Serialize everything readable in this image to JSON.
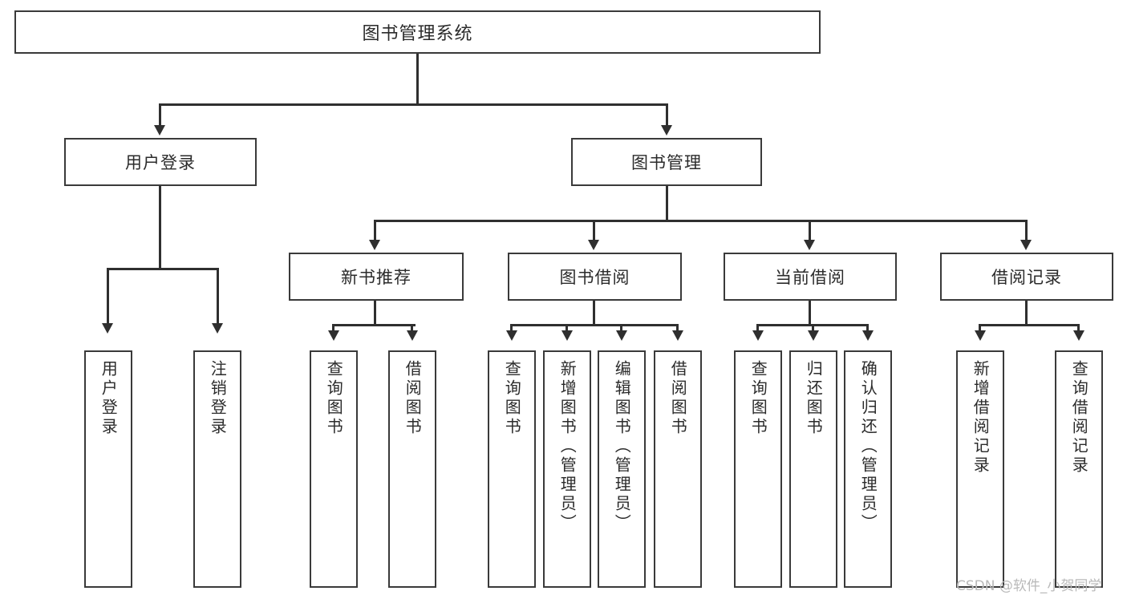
{
  "diagram": {
    "title": "图书管理系统",
    "type": "functional-structure-tree",
    "root": {
      "label": "图书管理系统"
    },
    "level1": [
      {
        "label": "用户登录"
      },
      {
        "label": "图书管理"
      }
    ],
    "level2": [
      {
        "label": "新书推荐"
      },
      {
        "label": "图书借阅"
      },
      {
        "label": "当前借阅"
      },
      {
        "label": "借阅记录"
      }
    ],
    "leaves": [
      {
        "label": "用户登录",
        "parent": "用户登录"
      },
      {
        "label": "注销登录",
        "parent": "用户登录"
      },
      {
        "label": "查询图书",
        "parent": "新书推荐"
      },
      {
        "label": "借阅图书",
        "parent": "新书推荐"
      },
      {
        "label": "查询图书",
        "parent": "图书借阅"
      },
      {
        "label": "新增图书（管理员）",
        "parent": "图书借阅"
      },
      {
        "label": "编辑图书（管理员）",
        "parent": "图书借阅"
      },
      {
        "label": "借阅图书",
        "parent": "图书借阅"
      },
      {
        "label": "查询图书",
        "parent": "当前借阅"
      },
      {
        "label": "归还图书",
        "parent": "当前借阅"
      },
      {
        "label": "确认归还（管理员）",
        "parent": "当前借阅"
      },
      {
        "label": "新增借阅记录",
        "parent": "借阅记录"
      },
      {
        "label": "查询借阅记录",
        "parent": "借阅记录"
      }
    ],
    "watermark": "CSDN @软件_小贺同学",
    "colors": {
      "box_border": "#3a3a3a",
      "connector": "#2f2f2f",
      "text": "#2b2b2b",
      "background": "#ffffff",
      "watermark": "#b9b9b9"
    }
  }
}
